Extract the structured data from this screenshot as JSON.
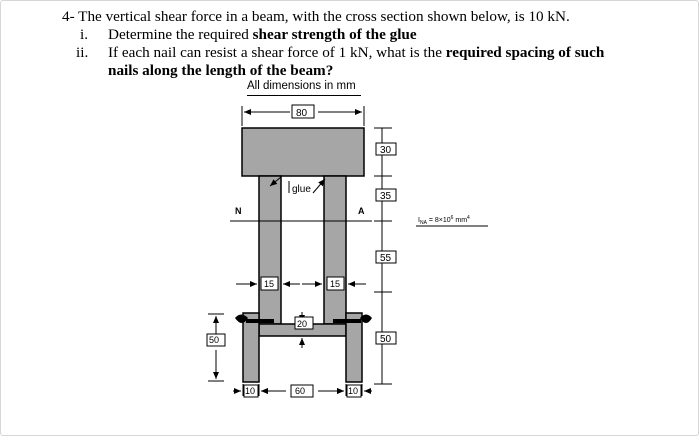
{
  "question": {
    "line1": "4- The vertical shear force in a beam, with the cross section shown below, is 10 kN.",
    "item1_num": "i.",
    "item1_text_a": "Determine the required ",
    "item1_text_b": "shear strength of the glue",
    "item2_num": "ii.",
    "item2_text_a": "If each nail can resist a shear force of 1 kN, what is the ",
    "item2_text_b": "required spacing of such",
    "item2_line2": "nails along the length of the beam?"
  },
  "figure": {
    "dimension_note": "All dimensions in mm",
    "top_width": "80",
    "glue_label": "glue",
    "na_left": "N",
    "na_right": "A",
    "inertia": "I_NA = 8×10^6 mm^4",
    "web_left": "15",
    "web_right": "15",
    "inner_gap": "20",
    "left_height": "50",
    "right_dims": [
      "30",
      "35",
      "55",
      "50"
    ],
    "bottom_dims": [
      "10",
      "60",
      "10"
    ]
  }
}
